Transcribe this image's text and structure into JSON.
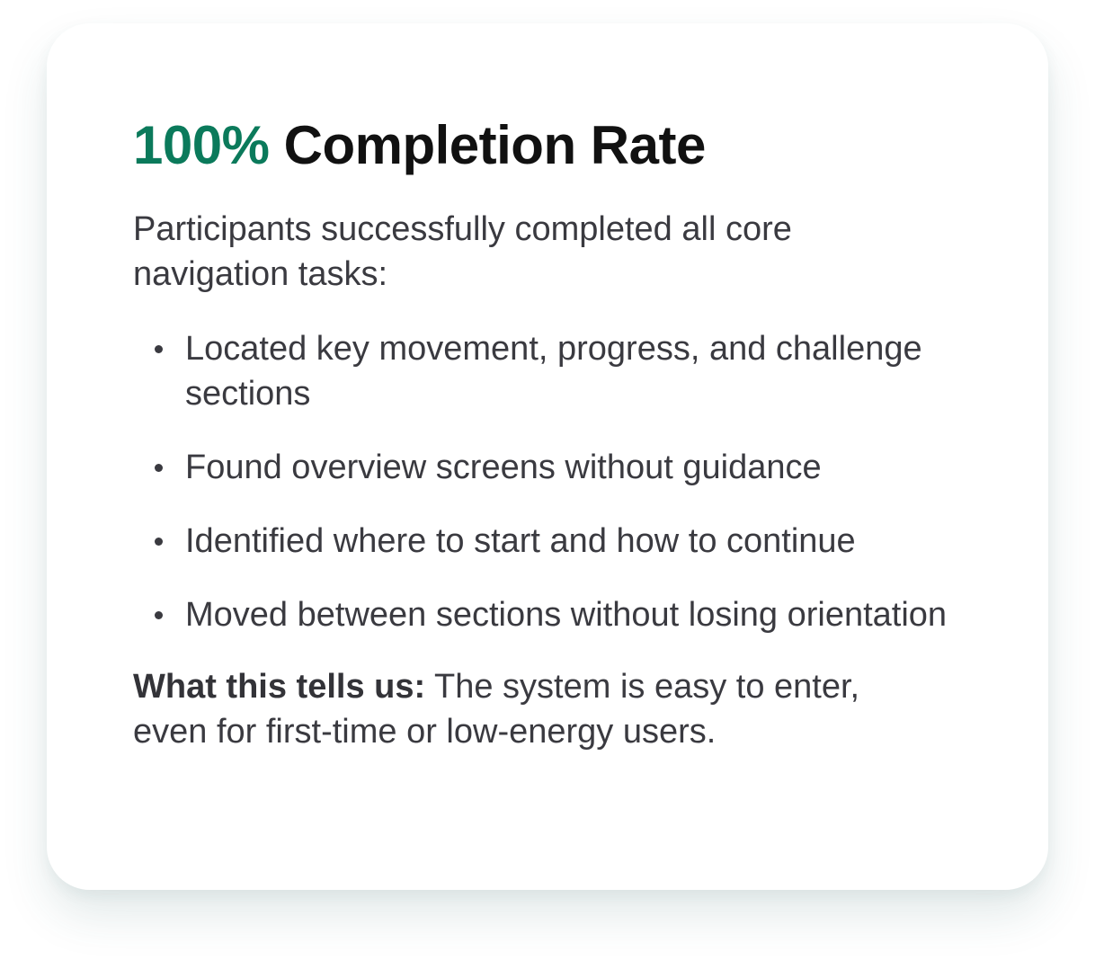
{
  "card": {
    "title_highlight": "100%",
    "title_rest": "Completion Rate",
    "intro": "Participants successfully completed all core navigation tasks:",
    "tasks": [
      "Located key movement, progress, and challenge sections",
      "Found overview screens without guidance",
      "Identified where to start and how to continue",
      "Moved between sections without losing orientation"
    ],
    "summary_lead": "What this tells us:",
    "summary_text": "The system is easy to enter, even for first-time or low-energy users."
  },
  "colors": {
    "accent": "#0b7a5b",
    "text": "#3a3a40",
    "heading": "#111111",
    "background": "#ffffff"
  }
}
